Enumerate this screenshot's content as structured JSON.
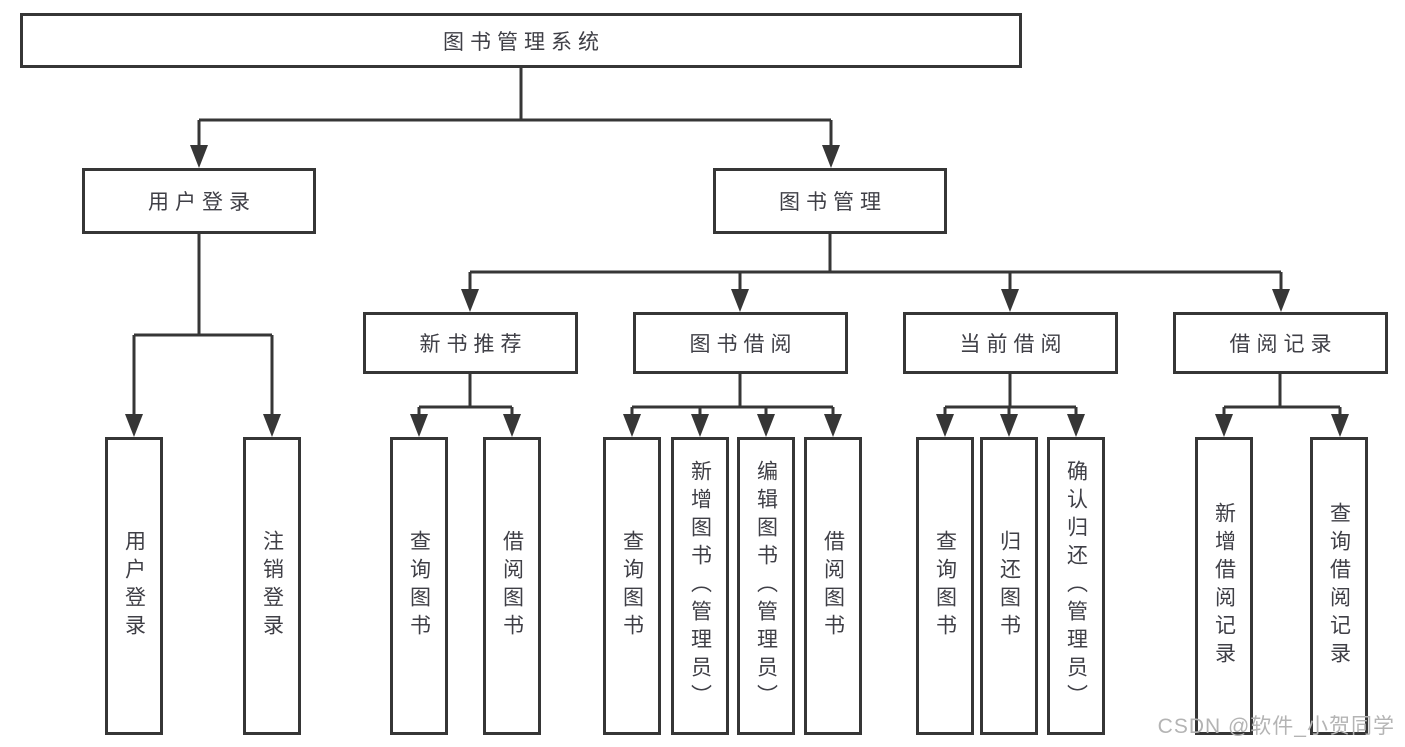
{
  "watermark": "CSDN @软件_小贺同学",
  "colors": {
    "line": "#363636",
    "box_border": "#363636",
    "text": "#3f3f46",
    "watermark": "#b4b4b4"
  },
  "tree": {
    "label": "图书管理系统",
    "children": [
      {
        "label": "用户登录",
        "children": [
          {
            "label": "用户登录"
          },
          {
            "label": "注销登录"
          }
        ]
      },
      {
        "label": "图书管理",
        "children": [
          {
            "label": "新书推荐",
            "children": [
              {
                "label": "查询图书"
              },
              {
                "label": "借阅图书"
              }
            ]
          },
          {
            "label": "图书借阅",
            "children": [
              {
                "label": "查询图书"
              },
              {
                "label": "新增图书（管理员）"
              },
              {
                "label": "编辑图书（管理员）"
              },
              {
                "label": "借阅图书"
              }
            ]
          },
          {
            "label": "当前借阅",
            "children": [
              {
                "label": "查询图书"
              },
              {
                "label": "归还图书"
              },
              {
                "label": "确认归还（管理员）"
              }
            ]
          },
          {
            "label": "借阅记录",
            "children": [
              {
                "label": "新增借阅记录"
              },
              {
                "label": "查询借阅记录"
              }
            ]
          }
        ]
      }
    ]
  }
}
